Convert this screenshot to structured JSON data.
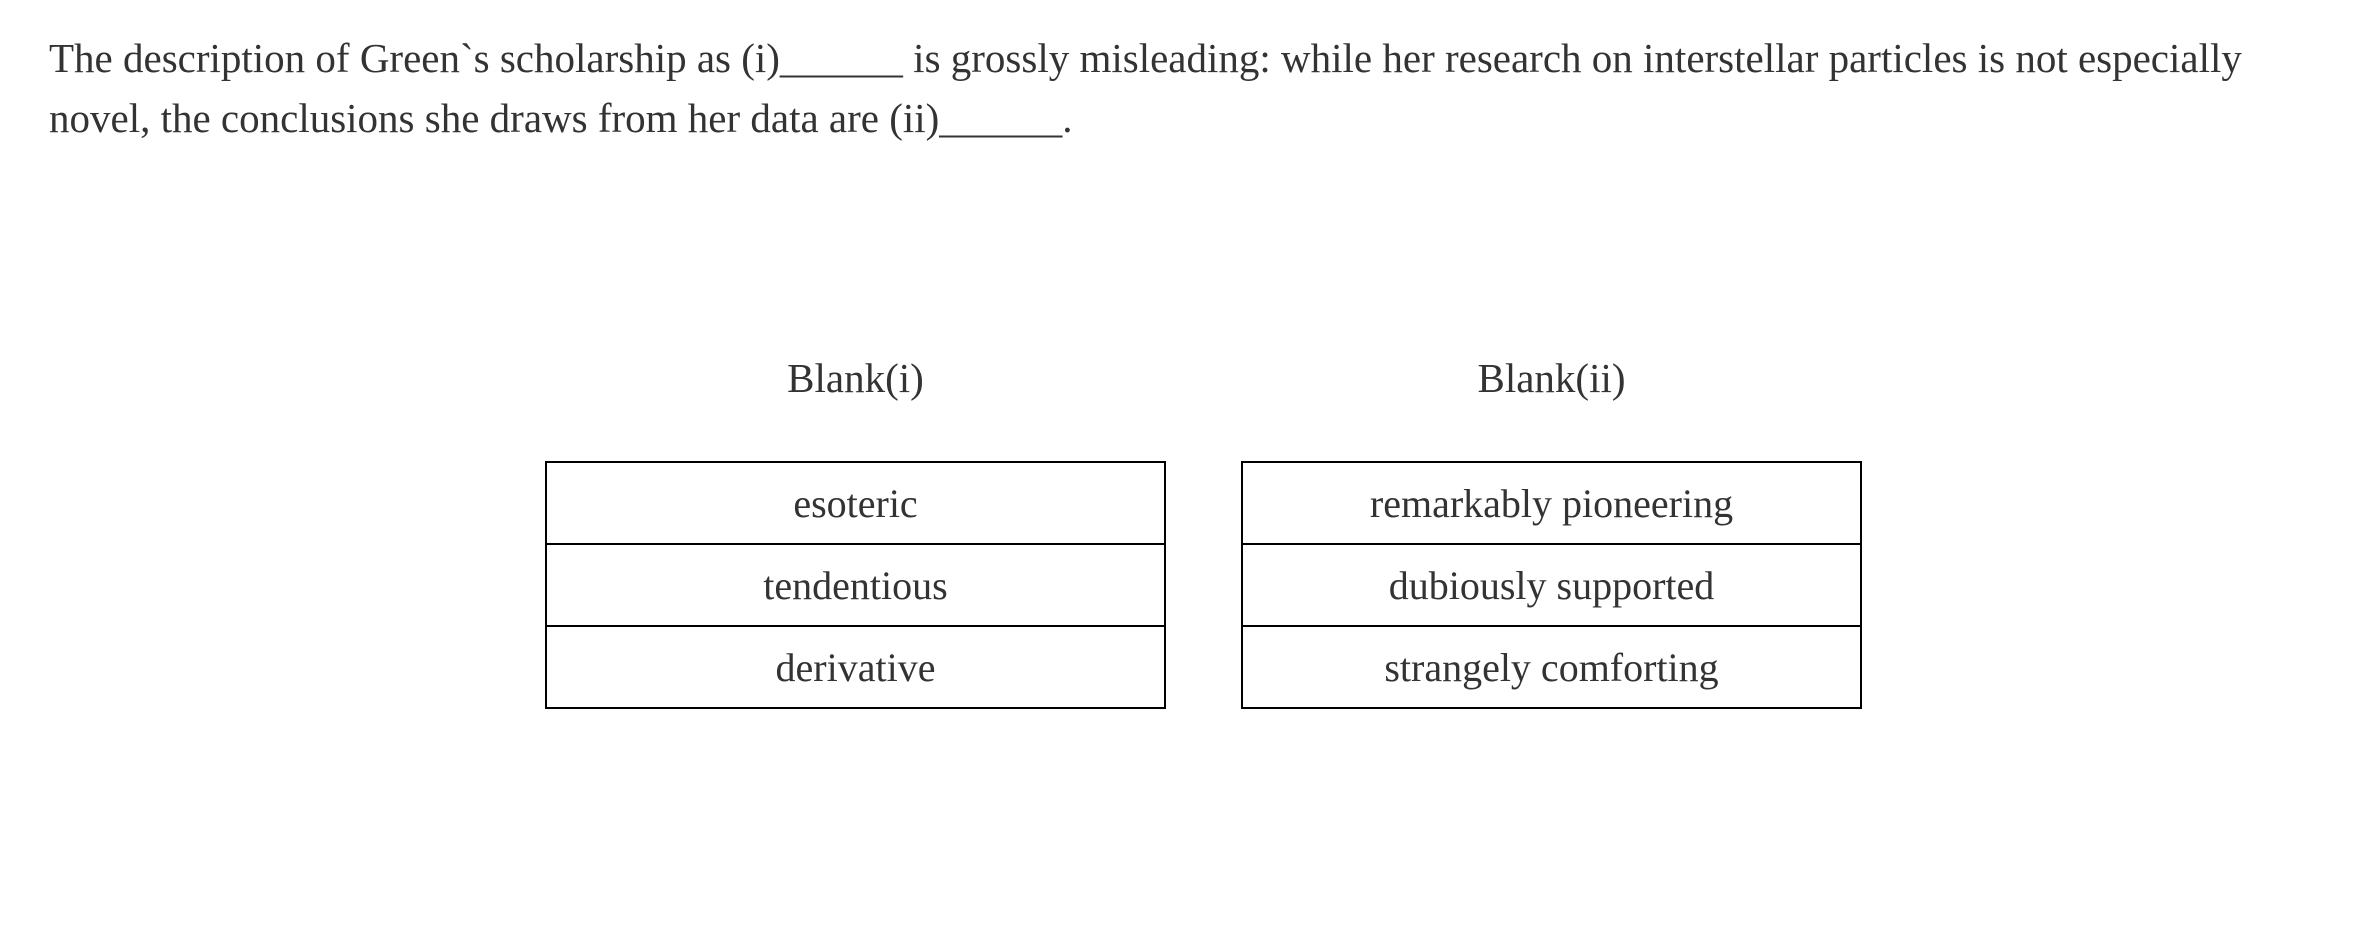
{
  "question": {
    "text": "The description of Green`s scholarship as (i)______ is grossly misleading: while her research on interstellar particles is not especially novel, the conclusions she draws from her data are (ii)______."
  },
  "blanks": [
    {
      "heading": "Blank(i)",
      "choices": [
        "esoteric",
        "tendentious",
        "derivative"
      ]
    },
    {
      "heading": "Blank(ii)",
      "choices": [
        "remarkably pioneering",
        "dubiously supported",
        "strangely comforting"
      ]
    }
  ],
  "colors": {
    "text": "#333333",
    "border": "#000000",
    "background": "#ffffff"
  }
}
